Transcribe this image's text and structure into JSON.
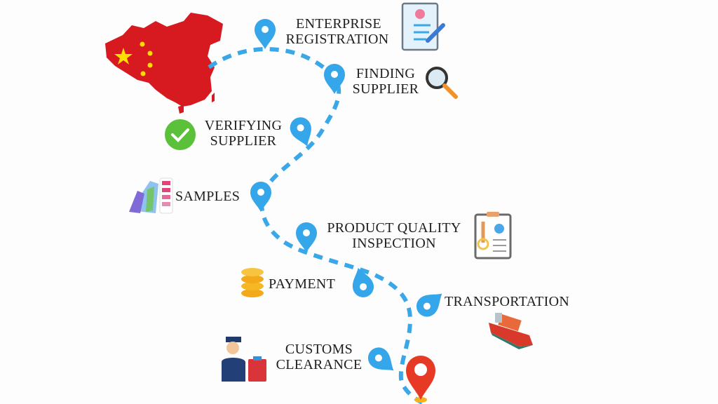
{
  "colors": {
    "route": "#3aa8e8",
    "pin": "#36a6ea",
    "destination_pin": "#e63a25",
    "china": "#d71920",
    "star": "#ffde00"
  },
  "steps": [
    {
      "lines": [
        "ENTERPRISE",
        "REGISTRATION"
      ],
      "icon": "registration-form-icon"
    },
    {
      "lines": [
        "FINDING",
        "SUPPLIER"
      ],
      "icon": "magnifier-icon"
    },
    {
      "lines": [
        "VERIFYING",
        "SUPPLIER"
      ],
      "icon": "check-badge-icon"
    },
    {
      "lines": [
        "SAMPLES"
      ],
      "icon": "color-swatch-icon"
    },
    {
      "lines": [
        "PRODUCT QUALITY",
        "INSPECTION"
      ],
      "icon": "clipboard-check-icon"
    },
    {
      "lines": [
        "PAYMENT"
      ],
      "icon": "coins-icon"
    },
    {
      "lines": [
        "TRANSPORTATION"
      ],
      "icon": "cargo-ship-icon"
    },
    {
      "lines": [
        "CUSTOMS",
        "CLEARANCE"
      ],
      "icon": "customs-officer-icon"
    }
  ]
}
